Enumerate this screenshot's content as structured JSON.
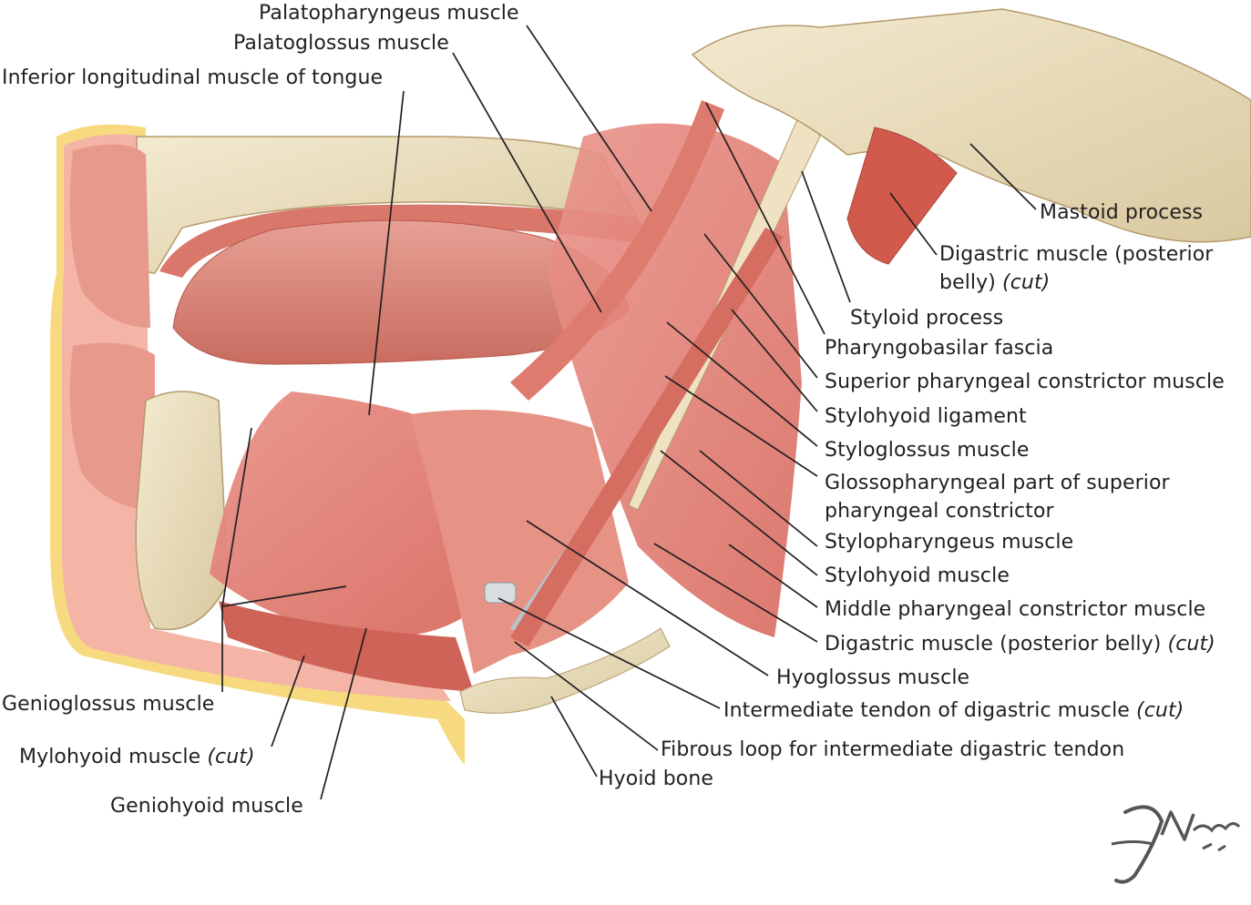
{
  "labels": {
    "palatopharyngeus": "Palatopharyngeus muscle",
    "palatoglossus": "Palatoglossus muscle",
    "inferior_longitudinal": "Inferior longitudinal muscle of tongue",
    "mastoid_process": "Mastoid process",
    "digastric_posterior_top": {
      "line1": "Digastric muscle (posterior",
      "line2": "belly)",
      "cut": "(cut)"
    },
    "styloid_process": "Styloid process",
    "pharyngobasilar_fascia": "Pharyngobasilar fascia",
    "superior_constrictor": "Superior pharyngeal constrictor muscle",
    "stylohyoid_ligament": "Stylohyoid ligament",
    "styloglossus": "Styloglossus muscle",
    "glossopharyngeal_part": {
      "line1": "Glossopharyngeal part of superior",
      "line2": "pharyngeal constrictor"
    },
    "stylopharyngeus": "Stylopharyngeus muscle",
    "stylohyoid_muscle": "Stylohyoid muscle",
    "middle_constrictor": "Middle pharyngeal constrictor muscle",
    "digastric_posterior_bottom": {
      "text": "Digastric muscle (posterior belly)",
      "cut": "(cut)"
    },
    "hyoglossus": "Hyoglossus muscle",
    "intermediate_tendon": {
      "text": "Intermediate tendon of digastric muscle",
      "cut": "(cut)"
    },
    "fibrous_loop": "Fibrous loop for intermediate digastric tendon",
    "hyoid_bone": "Hyoid bone",
    "genioglossus": "Genioglossus muscle",
    "mylohyoid": {
      "text": "Mylohyoid muscle",
      "cut": "(cut)"
    },
    "geniohyoid": "Geniohyoid muscle"
  },
  "signature": "F. Netter M.D."
}
